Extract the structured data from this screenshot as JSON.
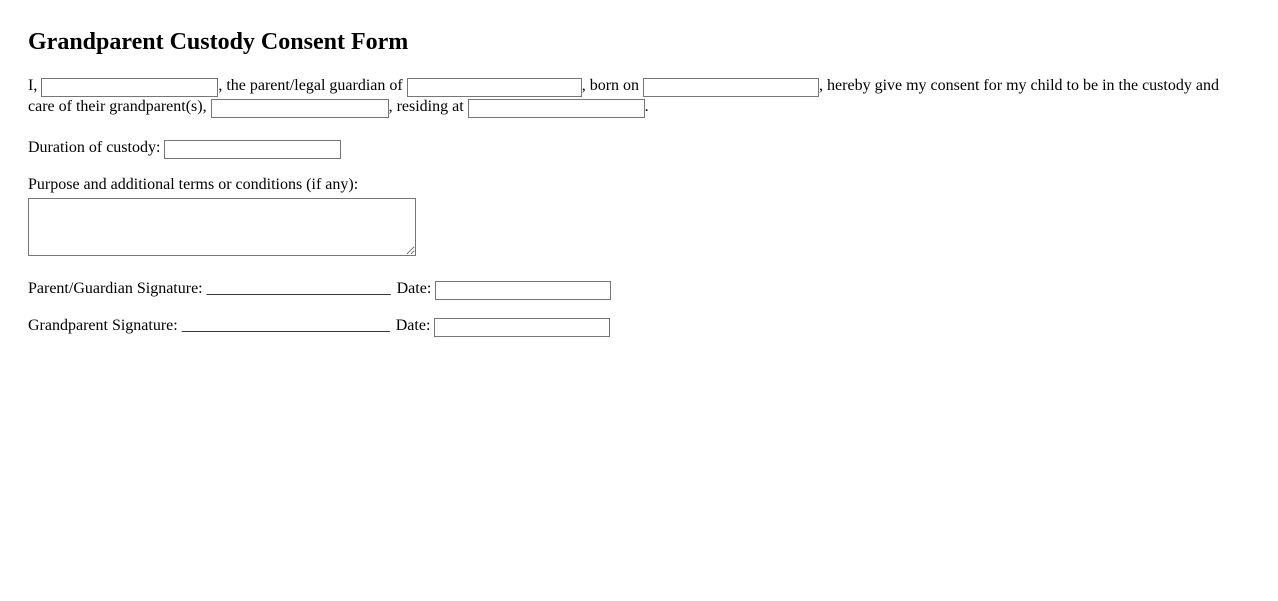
{
  "document": {
    "title": "Grandparent Custody Consent Form"
  },
  "consent": {
    "lead_text": "I,",
    "after_name": ", the parent/legal guardian of",
    "after_child": ", born on",
    "after_dob": ", hereby give my consent for my child to be in the custody and care of their grandparent(s),",
    "after_grandparent": ", residing at",
    "after_address": ".",
    "fields": {
      "parent_name": {
        "value": "",
        "placeholder": ""
      },
      "child_name": {
        "value": "",
        "placeholder": ""
      },
      "child_dob": {
        "value": "",
        "placeholder": ""
      },
      "grandparent_name": {
        "value": "",
        "placeholder": ""
      },
      "grandparent_address": {
        "value": "",
        "placeholder": ""
      }
    }
  },
  "duration": {
    "label": "Duration of custody:",
    "value": "",
    "placeholder": ""
  },
  "purpose": {
    "label": "Purpose and additional terms or conditions (if any):",
    "value": "",
    "placeholder": ""
  },
  "signatures": {
    "parent": {
      "label": "Parent/Guardian Signature:",
      "line": "_______________________",
      "date_label": "Date:",
      "date_value": "",
      "date_placeholder": ""
    },
    "grandparent": {
      "label": "Grandparent Signature:",
      "line": "__________________________",
      "date_label": "Date:",
      "date_value": "",
      "date_placeholder": ""
    }
  },
  "colors": {
    "background": "#ffffff",
    "text": "#000000",
    "input_border": "#767676"
  }
}
